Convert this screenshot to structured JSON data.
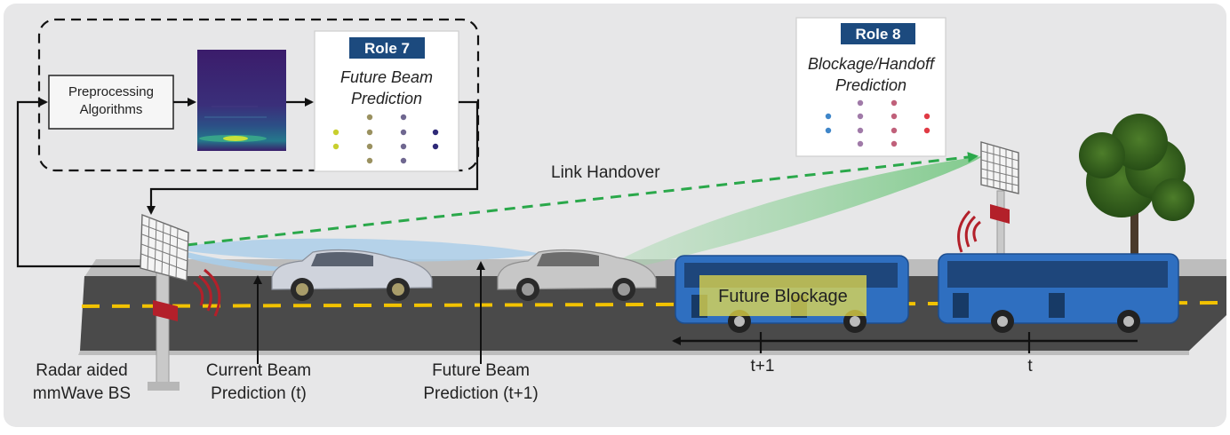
{
  "pipeline": {
    "preprocessing_label_line1": "Preprocessing",
    "preprocessing_label_line2": "Algorithms"
  },
  "role7": {
    "badge": "Role 7",
    "title_line1": "Future Beam",
    "title_line2": "Prediction"
  },
  "role8": {
    "badge": "Role 8",
    "title_line1": "Blockage/Handoff",
    "title_line2": "Prediction"
  },
  "labels": {
    "link_handover": "Link Handover",
    "future_blockage": "Future Blockage",
    "bs_line1": "Radar aided",
    "bs_line2": "mmWave BS",
    "current_beam_line1": "Current Beam",
    "current_beam_line2": "Prediction (t)",
    "future_beam_line1": "Future Beam",
    "future_beam_line2": "Prediction (t+1)",
    "t_plus_1": "t+1",
    "t": "t"
  },
  "colors": {
    "badge_bg": "#1c4a7e",
    "road": "#4a4a4a",
    "lane_dash": "#f2c200",
    "bus_blue": "#2f6fc0",
    "handover_green": "#2aa84a",
    "beam_blue": "#a9cde9",
    "radar_red": "#b3202a",
    "blockage_yellow": "#efe24a"
  }
}
